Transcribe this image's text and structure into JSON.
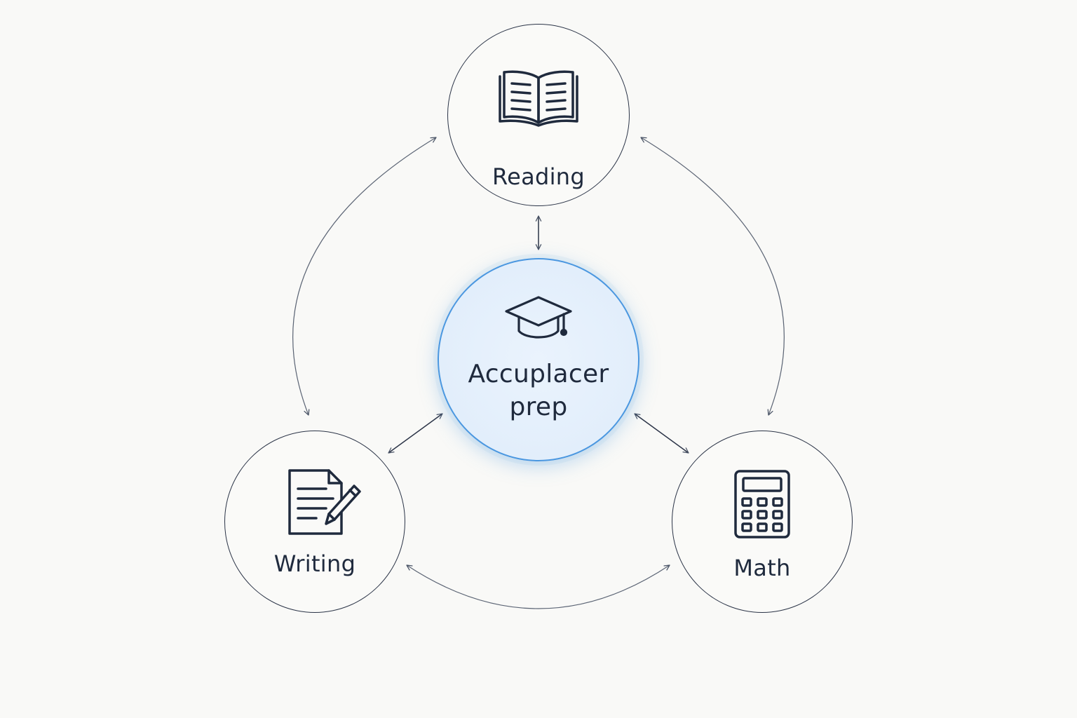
{
  "diagram": {
    "center": {
      "label_line1": "Accuplacer",
      "label_line2": "prep",
      "icon": "graduation-cap-icon",
      "accent": "#4a97e0"
    },
    "nodes": [
      {
        "id": "reading",
        "label": "Reading",
        "icon": "open-book-icon"
      },
      {
        "id": "writing",
        "label": "Writing",
        "icon": "document-pencil-icon"
      },
      {
        "id": "math",
        "label": "Math",
        "icon": "calculator-icon"
      }
    ],
    "connections": [
      {
        "from": "reading",
        "to": "center",
        "type": "bidirectional"
      },
      {
        "from": "writing",
        "to": "center",
        "type": "bidirectional"
      },
      {
        "from": "math",
        "to": "center",
        "type": "bidirectional"
      },
      {
        "from": "reading",
        "to": "writing",
        "type": "bidirectional"
      },
      {
        "from": "reading",
        "to": "math",
        "type": "bidirectional"
      },
      {
        "from": "writing",
        "to": "math",
        "type": "bidirectional"
      }
    ],
    "colors": {
      "background": "#f9f9f7",
      "stroke": "#2b3447",
      "text": "#1f2a3d"
    }
  }
}
